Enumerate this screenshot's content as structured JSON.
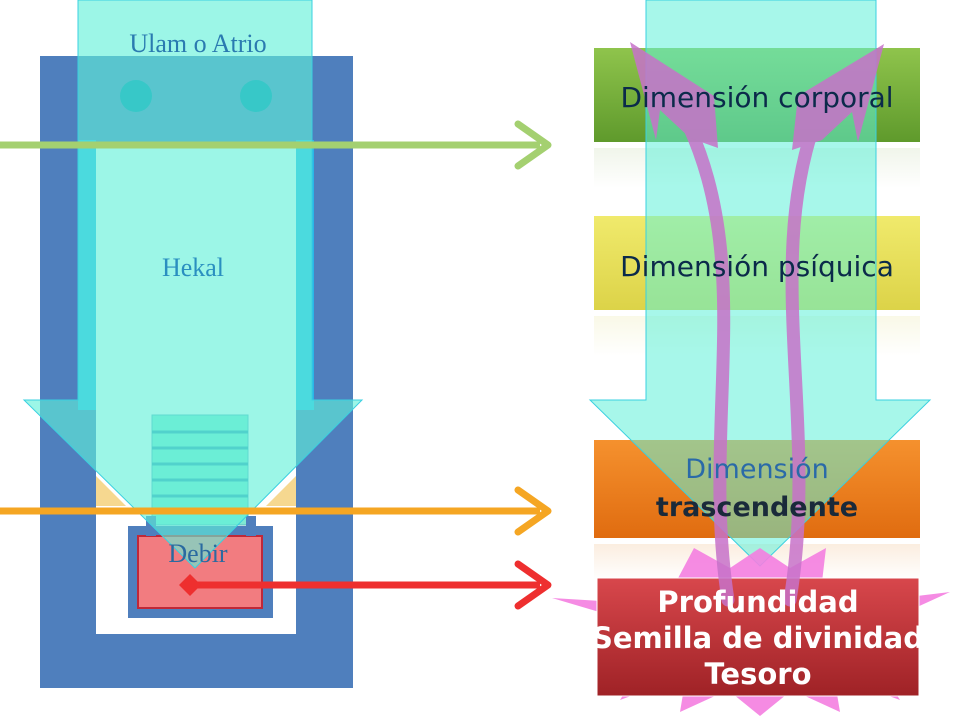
{
  "temple": {
    "ulam_label": "Ulam o Atrio",
    "hekal_label": "Hekal",
    "debir_label": "Debir"
  },
  "dimensions": {
    "corporal": "Dimensión corporal",
    "psiquica": "Dimensión psíquica",
    "trascendente_line1": "Dimensión",
    "trascendente_line2": "trascendente",
    "profundidad_line1": "Profundidad",
    "profundidad_line2": "Semilla de divinidad",
    "profundidad_line3": "Tesoro"
  },
  "colors": {
    "temple_blue": "#4f7fbd",
    "cyan_overlay": "#5ff0d8",
    "green_box": "#77a93a",
    "yellow_box": "#e8e25a",
    "orange_box": "#ee7f1c",
    "red_box": "#c0343a",
    "magenta_arrows": "#cc77cc",
    "green_arrow": "#a4d070",
    "orange_arrow": "#f5a623",
    "red_arrow": "#ee2f2f"
  }
}
